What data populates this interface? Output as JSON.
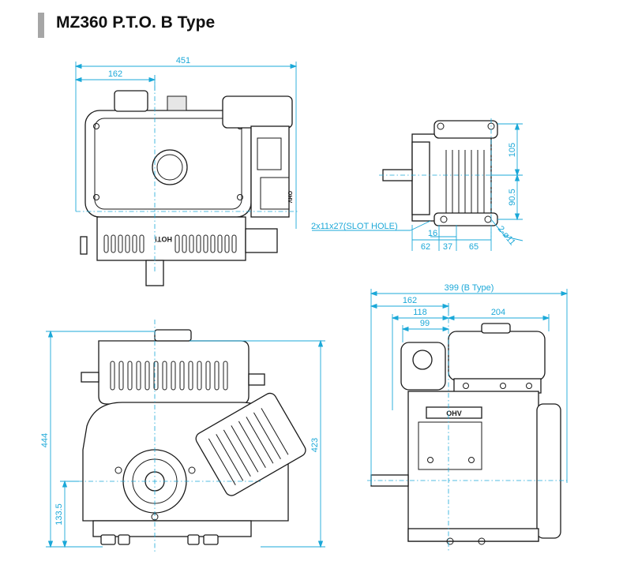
{
  "title": "MZ360 P.T.O. B Type",
  "labels": {
    "ohv": "OHV",
    "hot": "HOT!"
  },
  "dimensions": {
    "top_overall": "451",
    "top_offset": "162",
    "side_105": "105",
    "side_90_5": "90.5",
    "slot_hole": "2x11x27(SLOT HOLE)",
    "side_16": "16",
    "side_62": "62",
    "side_37": "37",
    "side_65": "65",
    "hole_dia": "2-ø11",
    "b_type_overall": "399 (B Type)",
    "right_162": "162",
    "right_118": "118",
    "right_99": "99",
    "right_204": "204",
    "height_444": "444",
    "height_423": "423",
    "height_133_5": "133.5"
  },
  "colors": {
    "dimension_line": "#1ba8d8",
    "title_bar": "#a6a6a6",
    "engine_line": "#1a1a1a"
  }
}
